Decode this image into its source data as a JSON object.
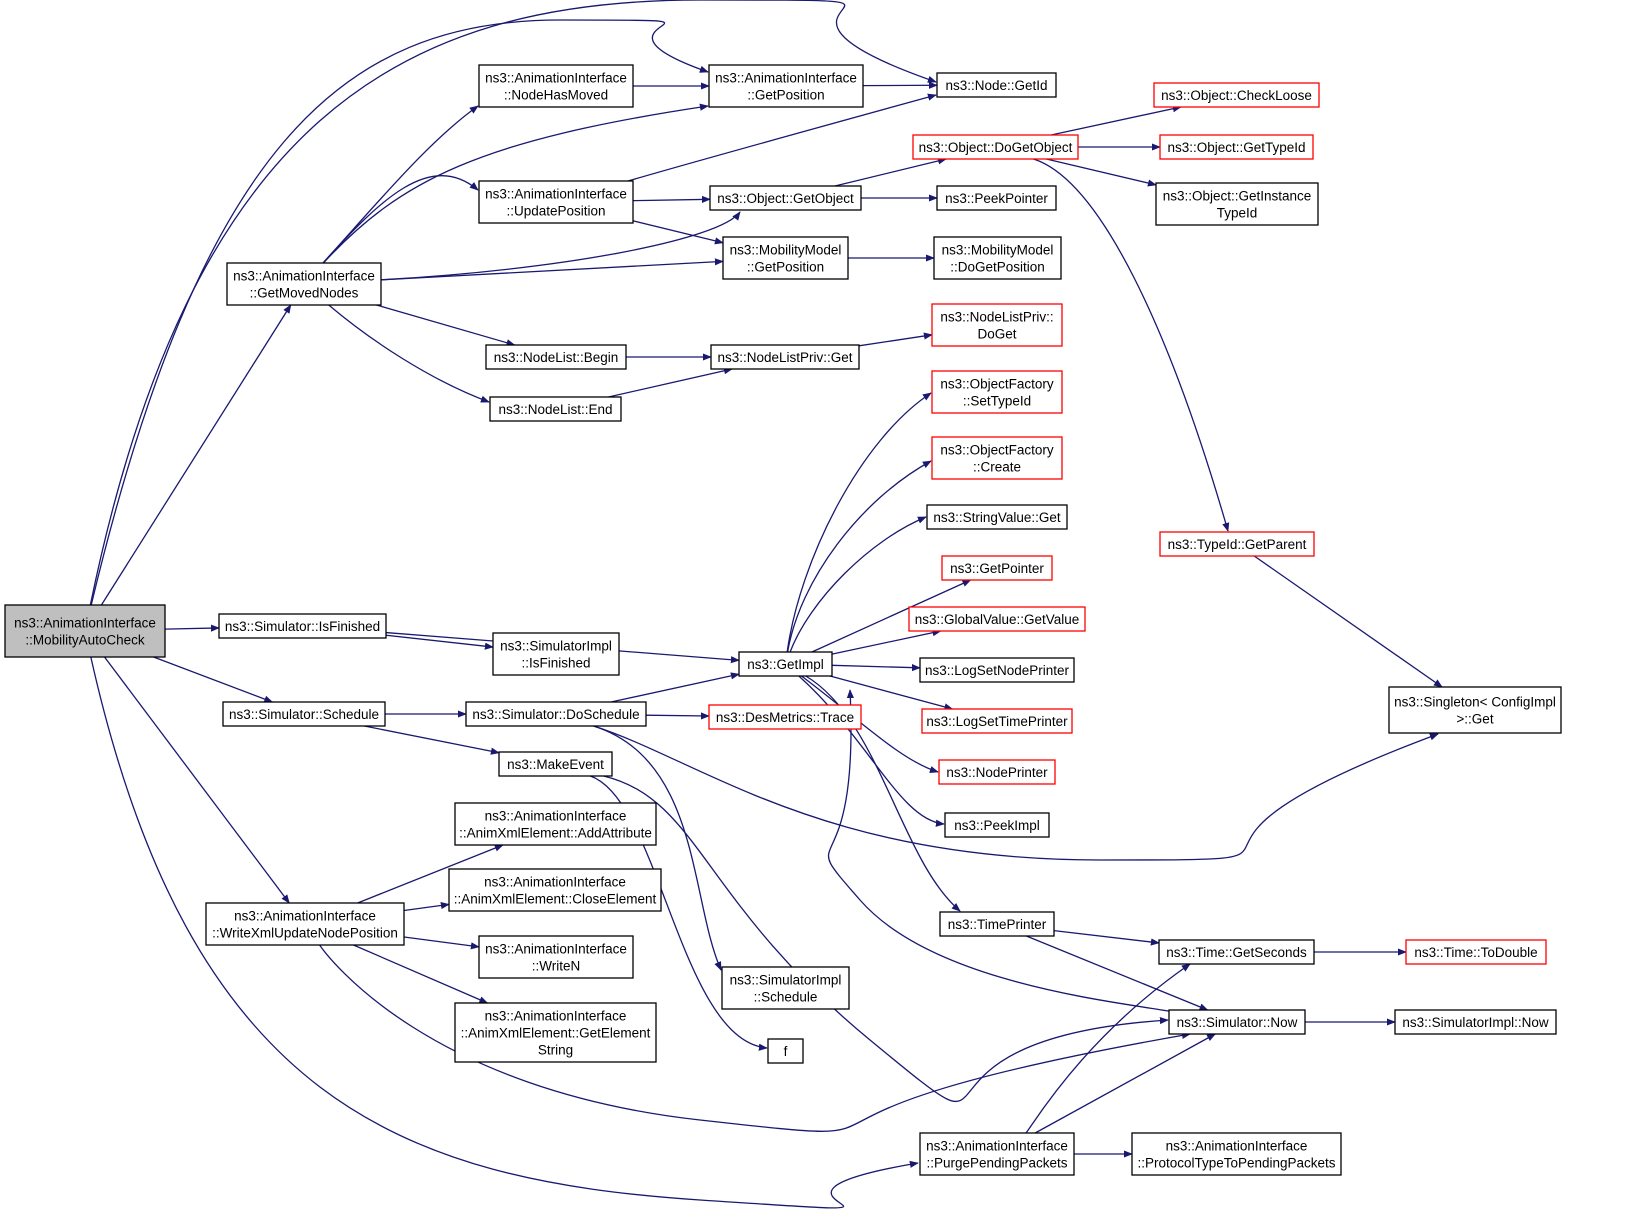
{
  "colors": {
    "edge": "#191970",
    "normal_border": "#000000",
    "truncated_border": "#ff0000",
    "root_fill": "#bfbfbf",
    "fill": "#ffffff"
  },
  "nodes": {
    "root": {
      "lines": [
        "ns3::AnimationInterface",
        "::MobilityAutoCheck"
      ],
      "style": "root"
    },
    "getmoved": {
      "lines": [
        "ns3::AnimationInterface",
        "::GetMovedNodes"
      ],
      "style": "normal"
    },
    "isfinished": {
      "lines": [
        "ns3::Simulator::IsFinished"
      ],
      "style": "normal"
    },
    "schedule": {
      "lines": [
        "ns3::Simulator::Schedule"
      ],
      "style": "normal"
    },
    "writexml": {
      "lines": [
        "ns3::AnimationInterface",
        "::WriteXmlUpdateNodePosition"
      ],
      "style": "normal"
    },
    "nodehasmoved": {
      "lines": [
        "ns3::AnimationInterface",
        "::NodeHasMoved"
      ],
      "style": "normal"
    },
    "updatepos": {
      "lines": [
        "ns3::AnimationInterface",
        "::UpdatePosition"
      ],
      "style": "normal"
    },
    "nlbegin": {
      "lines": [
        "ns3::NodeList::Begin"
      ],
      "style": "normal"
    },
    "nlend": {
      "lines": [
        "ns3::NodeList::End"
      ],
      "style": "normal"
    },
    "simimplfin": {
      "lines": [
        "ns3::SimulatorImpl",
        "::IsFinished"
      ],
      "style": "normal"
    },
    "doschedule": {
      "lines": [
        "ns3::Simulator::DoSchedule"
      ],
      "style": "normal"
    },
    "makeevent": {
      "lines": [
        "ns3::MakeEvent"
      ],
      "style": "normal"
    },
    "addattr": {
      "lines": [
        "ns3::AnimationInterface",
        "::AnimXmlElement::AddAttribute"
      ],
      "style": "normal"
    },
    "closeel": {
      "lines": [
        "ns3::AnimationInterface",
        "::AnimXmlElement::CloseElement"
      ],
      "style": "normal"
    },
    "writen": {
      "lines": [
        "ns3::AnimationInterface",
        "::WriteN"
      ],
      "style": "normal"
    },
    "getelstr": {
      "lines": [
        "ns3::AnimationInterface",
        "::AnimXmlElement::GetElement",
        "String"
      ],
      "style": "normal"
    },
    "aigetpos": {
      "lines": [
        "ns3::AnimationInterface",
        "::GetPosition"
      ],
      "style": "normal"
    },
    "objgetobj": {
      "lines": [
        "ns3::Object::GetObject"
      ],
      "style": "normal"
    },
    "mmgetpos": {
      "lines": [
        "ns3::MobilityModel",
        "::GetPosition"
      ],
      "style": "normal"
    },
    "nlpget": {
      "lines": [
        "ns3::NodeListPriv::Get"
      ],
      "style": "normal"
    },
    "getimpl": {
      "lines": [
        "ns3::GetImpl"
      ],
      "style": "normal"
    },
    "destrace": {
      "lines": [
        "ns3::DesMetrics::Trace"
      ],
      "style": "truncated"
    },
    "simimplsched": {
      "lines": [
        "ns3::SimulatorImpl",
        "::Schedule"
      ],
      "style": "normal"
    },
    "f": {
      "lines": [
        "f"
      ],
      "style": "normal"
    },
    "purge": {
      "lines": [
        "ns3::AnimationInterface",
        "::PurgePendingPackets"
      ],
      "style": "normal"
    },
    "nodegetid": {
      "lines": [
        "ns3::Node::GetId"
      ],
      "style": "normal"
    },
    "dogetobj": {
      "lines": [
        "ns3::Object::DoGetObject"
      ],
      "style": "truncated"
    },
    "peekptr": {
      "lines": [
        "ns3::PeekPointer"
      ],
      "style": "normal"
    },
    "mmdogetpos": {
      "lines": [
        "ns3::MobilityModel",
        "::DoGetPosition"
      ],
      "style": "normal"
    },
    "nlpdoget": {
      "lines": [
        "ns3::NodeListPriv::",
        "DoGet"
      ],
      "style": "truncated"
    },
    "ofsettype": {
      "lines": [
        "ns3::ObjectFactory",
        "::SetTypeId"
      ],
      "style": "truncated"
    },
    "ofcreate": {
      "lines": [
        "ns3::ObjectFactory",
        "::Create"
      ],
      "style": "truncated"
    },
    "strvalget": {
      "lines": [
        "ns3::StringValue::Get"
      ],
      "style": "normal"
    },
    "getpointer": {
      "lines": [
        "ns3::GetPointer"
      ],
      "style": "truncated"
    },
    "globalval": {
      "lines": [
        "ns3::GlobalValue::GetValue"
      ],
      "style": "truncated"
    },
    "logsetnode": {
      "lines": [
        "ns3::LogSetNodePrinter"
      ],
      "style": "normal"
    },
    "logsettime": {
      "lines": [
        "ns3::LogSetTimePrinter"
      ],
      "style": "truncated"
    },
    "nodeprinter": {
      "lines": [
        "ns3::NodePrinter"
      ],
      "style": "truncated"
    },
    "peekimpl": {
      "lines": [
        "ns3::PeekImpl"
      ],
      "style": "normal"
    },
    "timeprinter": {
      "lines": [
        "ns3::TimePrinter"
      ],
      "style": "normal"
    },
    "timegetsec": {
      "lines": [
        "ns3::Time::GetSeconds"
      ],
      "style": "normal"
    },
    "simnow": {
      "lines": [
        "ns3::Simulator::Now"
      ],
      "style": "normal"
    },
    "protopend": {
      "lines": [
        "ns3::AnimationInterface",
        "::ProtocolTypeToPendingPackets"
      ],
      "style": "normal"
    },
    "checkloose": {
      "lines": [
        "ns3::Object::CheckLoose"
      ],
      "style": "truncated"
    },
    "objgettypeid": {
      "lines": [
        "ns3::Object::GetTypeId"
      ],
      "style": "truncated"
    },
    "getinsttype": {
      "lines": [
        "ns3::Object::GetInstance",
        "TypeId"
      ],
      "style": "normal"
    },
    "typeidparent": {
      "lines": [
        "ns3::TypeId::GetParent"
      ],
      "style": "truncated"
    },
    "timetodouble": {
      "lines": [
        "ns3::Time::ToDouble"
      ],
      "style": "truncated"
    },
    "singleton": {
      "lines": [
        "ns3::Singleton< ConfigImpl",
        ">::Get"
      ],
      "style": "normal"
    },
    "simimplnow": {
      "lines": [
        "ns3::SimulatorImpl::Now"
      ],
      "style": "normal"
    }
  },
  "edges": [
    {
      "from": "root",
      "to": "getmoved"
    },
    {
      "from": "root",
      "to": "isfinished"
    },
    {
      "from": "root",
      "to": "schedule"
    },
    {
      "from": "root",
      "to": "writexml"
    },
    {
      "from": "root",
      "to": "purge"
    },
    {
      "from": "root",
      "to": "aigetpos"
    },
    {
      "from": "root",
      "to": "nodegetid"
    },
    {
      "from": "getmoved",
      "to": "nodehasmoved"
    },
    {
      "from": "getmoved",
      "to": "updatepos"
    },
    {
      "from": "getmoved",
      "to": "nlbegin"
    },
    {
      "from": "getmoved",
      "to": "nlend"
    },
    {
      "from": "getmoved",
      "to": "aigetpos"
    },
    {
      "from": "getmoved",
      "to": "objgetobj"
    },
    {
      "from": "getmoved",
      "to": "mmgetpos"
    },
    {
      "from": "nodehasmoved",
      "to": "aigetpos"
    },
    {
      "from": "updatepos",
      "to": "nodegetid"
    },
    {
      "from": "updatepos",
      "to": "objgetobj"
    },
    {
      "from": "updatepos",
      "to": "mmgetpos"
    },
    {
      "from": "aigetpos",
      "to": "nodegetid"
    },
    {
      "from": "objgetobj",
      "to": "dogetobj"
    },
    {
      "from": "objgetobj",
      "to": "peekptr"
    },
    {
      "from": "mmgetpos",
      "to": "mmdogetpos"
    },
    {
      "from": "nlbegin",
      "to": "nlpget"
    },
    {
      "from": "nlend",
      "to": "nlpget"
    },
    {
      "from": "nlpget",
      "to": "nlpdoget"
    },
    {
      "from": "dogetobj",
      "to": "checkloose"
    },
    {
      "from": "dogetobj",
      "to": "objgettypeid"
    },
    {
      "from": "dogetobj",
      "to": "getinsttype"
    },
    {
      "from": "dogetobj",
      "to": "typeidparent"
    },
    {
      "from": "typeidparent",
      "to": "singleton"
    },
    {
      "from": "isfinished",
      "to": "getimpl"
    },
    {
      "from": "isfinished",
      "to": "simimplfin"
    },
    {
      "from": "schedule",
      "to": "doschedule"
    },
    {
      "from": "schedule",
      "to": "makeevent"
    },
    {
      "from": "doschedule",
      "to": "getimpl"
    },
    {
      "from": "doschedule",
      "to": "destrace"
    },
    {
      "from": "doschedule",
      "to": "simimplsched"
    },
    {
      "from": "doschedule",
      "to": "singleton"
    },
    {
      "from": "makeevent",
      "to": "f"
    },
    {
      "from": "makeevent",
      "to": "simnow"
    },
    {
      "from": "getimpl",
      "to": "ofsettype"
    },
    {
      "from": "getimpl",
      "to": "ofcreate"
    },
    {
      "from": "getimpl",
      "to": "strvalget"
    },
    {
      "from": "getimpl",
      "to": "getpointer"
    },
    {
      "from": "getimpl",
      "to": "globalval"
    },
    {
      "from": "getimpl",
      "to": "logsetnode"
    },
    {
      "from": "getimpl",
      "to": "logsettime"
    },
    {
      "from": "getimpl",
      "to": "nodeprinter"
    },
    {
      "from": "getimpl",
      "to": "peekimpl"
    },
    {
      "from": "getimpl",
      "to": "timeprinter"
    },
    {
      "from": "timeprinter",
      "to": "timegetsec"
    },
    {
      "from": "timeprinter",
      "to": "simnow"
    },
    {
      "from": "simnow",
      "to": "getimpl"
    },
    {
      "from": "simnow",
      "to": "simimplnow"
    },
    {
      "from": "timegetsec",
      "to": "timetodouble"
    },
    {
      "from": "writexml",
      "to": "addattr"
    },
    {
      "from": "writexml",
      "to": "closeel"
    },
    {
      "from": "writexml",
      "to": "writen"
    },
    {
      "from": "writexml",
      "to": "getelstr"
    },
    {
      "from": "writexml",
      "to": "simnow"
    },
    {
      "from": "purge",
      "to": "protopend"
    },
    {
      "from": "purge",
      "to": "timegetsec"
    },
    {
      "from": "purge",
      "to": "simnow"
    }
  ]
}
